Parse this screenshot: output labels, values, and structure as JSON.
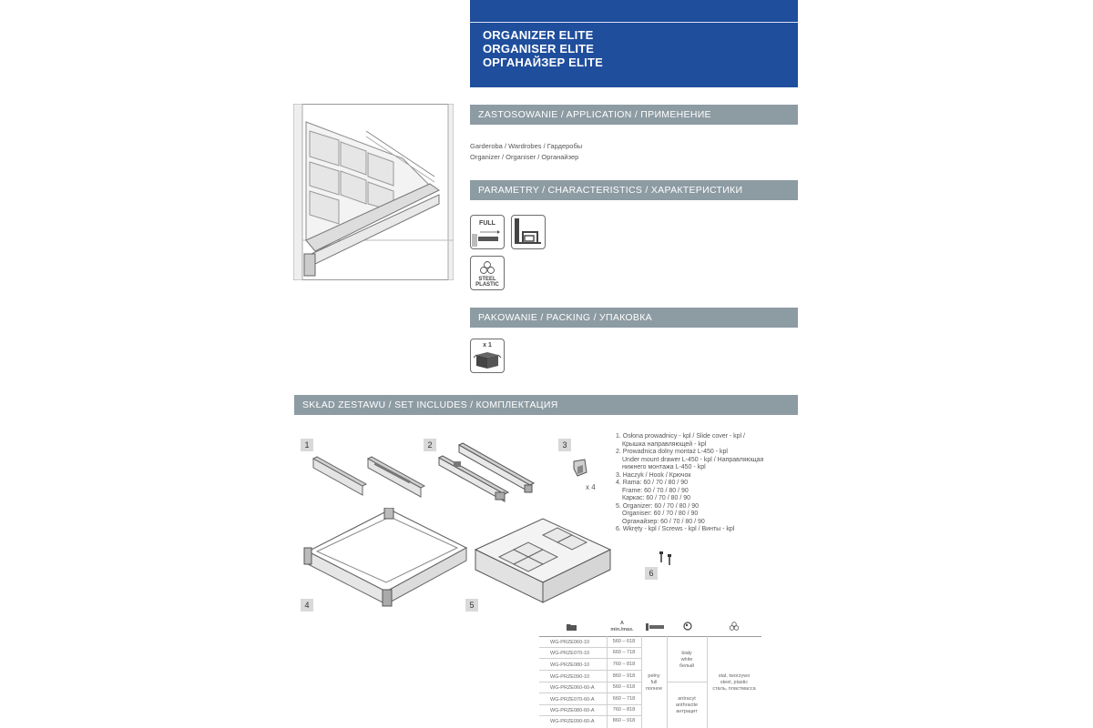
{
  "header": {
    "title_pl": "ORGANIZER ELITE",
    "title_en": "ORGANISER ELITE",
    "title_ru": "ОРГАНАЙЗЕР ELITE"
  },
  "application": {
    "heading": "ZASTOSOWANIE / APPLICATION / ПРИМЕНЕНИЕ",
    "line1": "Garderoba / Wardrobes / Гардеробы",
    "line2": "Organizer / Organiser / Органайзер"
  },
  "parameters": {
    "heading": "PARAMETRY / CHARACTERISTICS / ХАРАКТЕРИСТИКИ",
    "icon_full_label": "FULL",
    "icon_material_line1": "STEEL",
    "icon_material_line2": "PLASTIC"
  },
  "packing": {
    "heading": "PAKOWANIE / PACKING / УПАКОВКА",
    "quantity": "x 1"
  },
  "set": {
    "heading": "SKŁAD ZESTAWU / SET INCLUDES / КОМПЛЕКТАЦИЯ",
    "item_numbers": [
      "1",
      "2",
      "3",
      "4",
      "5",
      "6"
    ],
    "hook_qty": "x 4",
    "legend": [
      "1. Osłona prowadnicy - kpl / Slide cover - kpl /",
      "Крышка направляющей - kpl",
      "2. Prowadnica dolny montaż L-450 - kpl",
      "Under mount drawer L-450 - kpl / Направляющая",
      "нижнего монтажа L-450 - kpl",
      "3. Haczyk / Hook / Крючок",
      "4. Rama: 60 / 70 / 80 / 90",
      "Frame: 60 / 70 / 80 / 90",
      "Каркас: 60 / 70 / 80 / 90",
      "5. Organizer: 60 / 70 / 80 / 90",
      "Organiser:  60 / 70 / 80 / 90",
      "Органайзер: 60 / 70 / 80 / 90",
      "6. Wkręty - kpl / Screws - kpl  / Винты - kpl"
    ]
  },
  "table": {
    "header_a": "A",
    "header_range": "min./max.",
    "rows": [
      {
        "code": "WG-PRZE060-10",
        "range": "560 – 618"
      },
      {
        "code": "WG-PRZE070-10",
        "range": "660 – 718"
      },
      {
        "code": "WG-PRZE080-10",
        "range": "760 – 818"
      },
      {
        "code": "WG-PRZE090-10",
        "range": "860 – 918"
      },
      {
        "code": "WG-PRZE060-60-A",
        "range": "560 – 618"
      },
      {
        "code": "WG-PRZE070-60-A",
        "range": "660 – 718"
      },
      {
        "code": "WG-PRZE080-60-A",
        "range": "760 – 818"
      },
      {
        "code": "WG-PRZE090-60-A",
        "range": "860 – 918"
      }
    ],
    "extension": [
      "pełny",
      "full",
      "полное"
    ],
    "color_white": [
      "biały",
      "white",
      "белый"
    ],
    "color_anthracite": [
      "antracyt",
      "anthracite",
      "антрацит"
    ],
    "material": [
      "stal, tworzywo",
      "steel, plastic",
      "сталь, пластмасса"
    ]
  }
}
